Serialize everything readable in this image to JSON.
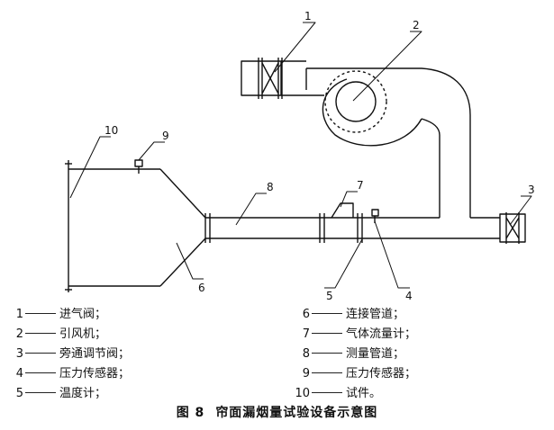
{
  "callouts": [
    "1",
    "2",
    "3",
    "4",
    "5",
    "6",
    "7",
    "8",
    "9",
    "10"
  ],
  "legend_left": [
    {
      "num": "1",
      "text": "进气阀；"
    },
    {
      "num": "2",
      "text": "引风机；"
    },
    {
      "num": "3",
      "text": "旁通调节阀；"
    },
    {
      "num": "4",
      "text": "压力传感器；"
    },
    {
      "num": "5",
      "text": "温度计；"
    }
  ],
  "legend_right": [
    {
      "num": "6",
      "text": "连接管道；"
    },
    {
      "num": "7",
      "text": "气体流量计；"
    },
    {
      "num": "8",
      "text": "测量管道；"
    },
    {
      "num": "9",
      "text": "压力传感器；"
    },
    {
      "num": "10",
      "text": "试件。"
    }
  ],
  "caption": {
    "figure": "图 8",
    "title": "帘面漏烟量试验设备示意图"
  }
}
